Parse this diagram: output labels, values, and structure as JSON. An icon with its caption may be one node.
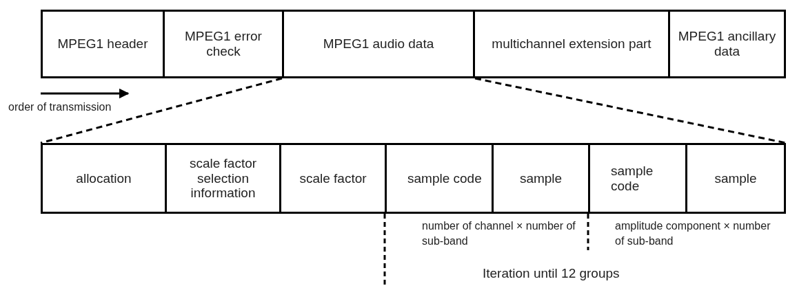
{
  "diagram": {
    "nodes": [
      {
        "text": [
          "MPEG1 header"
        ]
      },
      {
        "text": [
          "MPEG1 error check"
        ]
      },
      {
        "text": [
          "MPEG1 audio data"
        ]
      },
      {
        "text": [
          "multichannel extension part"
        ]
      },
      {
        "text": [
          "MPEG1 ancillary data"
        ]
      },
      {
        "text": [
          "allocation"
        ]
      },
      {
        "text": [
          "scale factor selection information"
        ]
      },
      {
        "text": [
          "scale factor"
        ]
      },
      {
        "text": [
          "sample code"
        ]
      },
      {
        "text": [
          "sample"
        ]
      },
      {
        "text": [
          "sample code"
        ]
      },
      {
        "text": [
          "sample"
        ]
      }
    ],
    "edges": [
      {
        "from": 2,
        "to": 5,
        "arrow": "none",
        "style": "dashed"
      },
      {
        "from": 2,
        "to": 11,
        "arrow": "none",
        "style": "dashed"
      }
    ],
    "labels": [
      "order of transmission",
      "number of channel × number of sub-band",
      "amplitude component × number of sub-band",
      "Iteration until 12 groups"
    ]
  }
}
